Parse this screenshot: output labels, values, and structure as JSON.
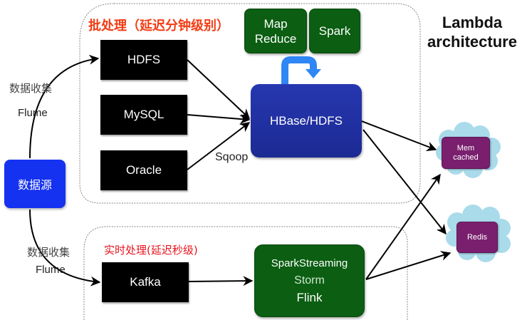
{
  "title": "Lambda architecture",
  "title_lines": [
    "Lambda",
    "architecture"
  ],
  "source": {
    "label": "数据源",
    "color": "#1432f0"
  },
  "ingest_top": {
    "label_zh": "数据收集",
    "tool": "Flume"
  },
  "ingest_bottom": {
    "label_zh": "数据收集",
    "tool": "Flume"
  },
  "batch_layer": {
    "heading": "批处理（延迟分钟级别）",
    "heading_color": "#f23c14",
    "sources": [
      "HDFS",
      "MySQL",
      "Oracle"
    ],
    "transfer_tool": "Sqoop",
    "storage": "HBase/HDFS",
    "compute": [
      {
        "lines": [
          "Map",
          "Reduce"
        ]
      },
      {
        "lines": [
          "Spark"
        ]
      }
    ]
  },
  "speed_layer": {
    "heading": "实时处理(延迟秒级)",
    "heading_color": "#e8141e",
    "queue": "Kafka",
    "engines": [
      "SparkStreaming",
      "Storm",
      "Flink"
    ]
  },
  "serving": [
    {
      "lines": [
        "Mem",
        "cached"
      ]
    },
    {
      "lines": [
        "Redis"
      ]
    }
  ],
  "colors": {
    "storage_blue": "#1f2fa3",
    "compute_green": "#0b5e12",
    "serving_purple": "#7a1f6e",
    "cloud": "#a9dbea",
    "loop_arrow": "#2f86f5"
  }
}
